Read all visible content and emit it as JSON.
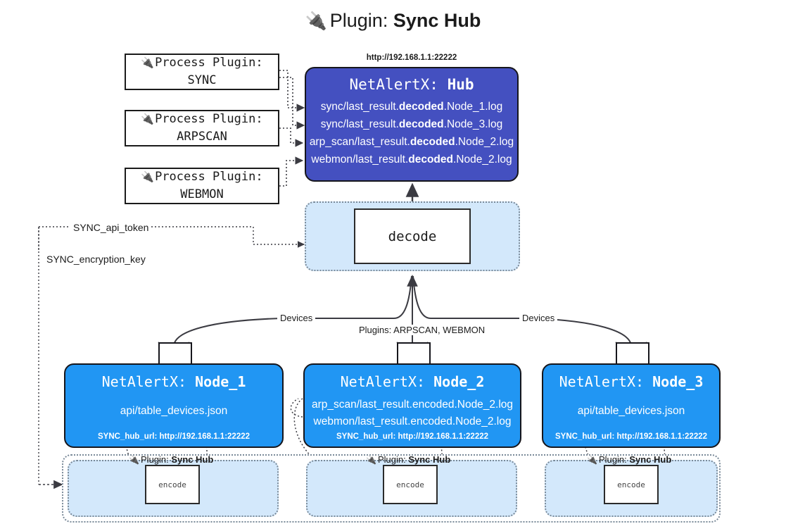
{
  "title": {
    "icon": "plug-icon",
    "prefix": "Plugin:",
    "name": "Sync Hub"
  },
  "process_plugins": [
    {
      "icon": "plug-icon",
      "line1": "Process Plugin:",
      "line2": "SYNC"
    },
    {
      "icon": "plug-icon",
      "line1": "Process Plugin:",
      "line2": "ARPSCAN"
    },
    {
      "icon": "plug-icon",
      "line1": "Process Plugin:",
      "line2": "WEBMON"
    }
  ],
  "hub": {
    "url": "http://192.168.1.1:22222",
    "title_prefix": "NetAlertX:",
    "title_name": "Hub",
    "logs": [
      {
        "pre": "sync/last_result.",
        "em": "decoded",
        "post": ".Node_1.log"
      },
      {
        "pre": "sync/last_result.",
        "em": "decoded",
        "post": ".Node_3.log"
      },
      {
        "pre": "arp_scan/last_result.",
        "em": "decoded",
        "post": ".Node_2.log"
      },
      {
        "pre": "webmon/last_result.",
        "em": "decoded",
        "post": ".Node_2.log"
      }
    ]
  },
  "decode": {
    "label": "decode"
  },
  "tokens": [
    {
      "label": "SYNC_api_token"
    },
    {
      "label": "SYNC_encryption_key"
    }
  ],
  "edge_labels": {
    "devices_left": "Devices",
    "devices_right": "Devices",
    "plugins_center": "Plugins: ARPSCAN, WEBMON"
  },
  "nodes": [
    {
      "icon": "envelope-icon",
      "title_prefix": "NetAlertX:",
      "title_name": "Node_1",
      "lines": [
        "api/table_devices.json"
      ],
      "hub_url_label": "SYNC_hub_url: http://192.168.1.1:22222"
    },
    {
      "icon": "envelope-icon",
      "title_prefix": "NetAlertX:",
      "title_name": "Node_2",
      "lines": [
        "arp_scan/last_result.encoded.Node_2.log",
        "webmon/last_result.encoded.Node_2.log"
      ],
      "hub_url_label": "SYNC_hub_url: http://192.168.1.1:22222"
    },
    {
      "icon": "envelope-icon",
      "title_prefix": "NetAlertX:",
      "title_name": "Node_3",
      "lines": [
        "api/table_devices.json"
      ],
      "hub_url_label": "SYNC_hub_url: http://192.168.1.1:22222"
    }
  ],
  "encoders": [
    {
      "icon": "plug-icon",
      "label_prefix": "Plugin:",
      "label_name": "Sync Hub",
      "box": "encode"
    },
    {
      "icon": "plug-icon",
      "label_prefix": "Plugin:",
      "label_name": "Sync Hub",
      "box": "encode"
    },
    {
      "icon": "plug-icon",
      "label_prefix": "Plugin:",
      "label_name": "Sync Hub",
      "box": "encode"
    }
  ],
  "colors": {
    "hub": "#4450c0",
    "node": "#2196f3",
    "container": "#d3e8fb",
    "border": "#16161c",
    "edge": "#3b3b42"
  }
}
